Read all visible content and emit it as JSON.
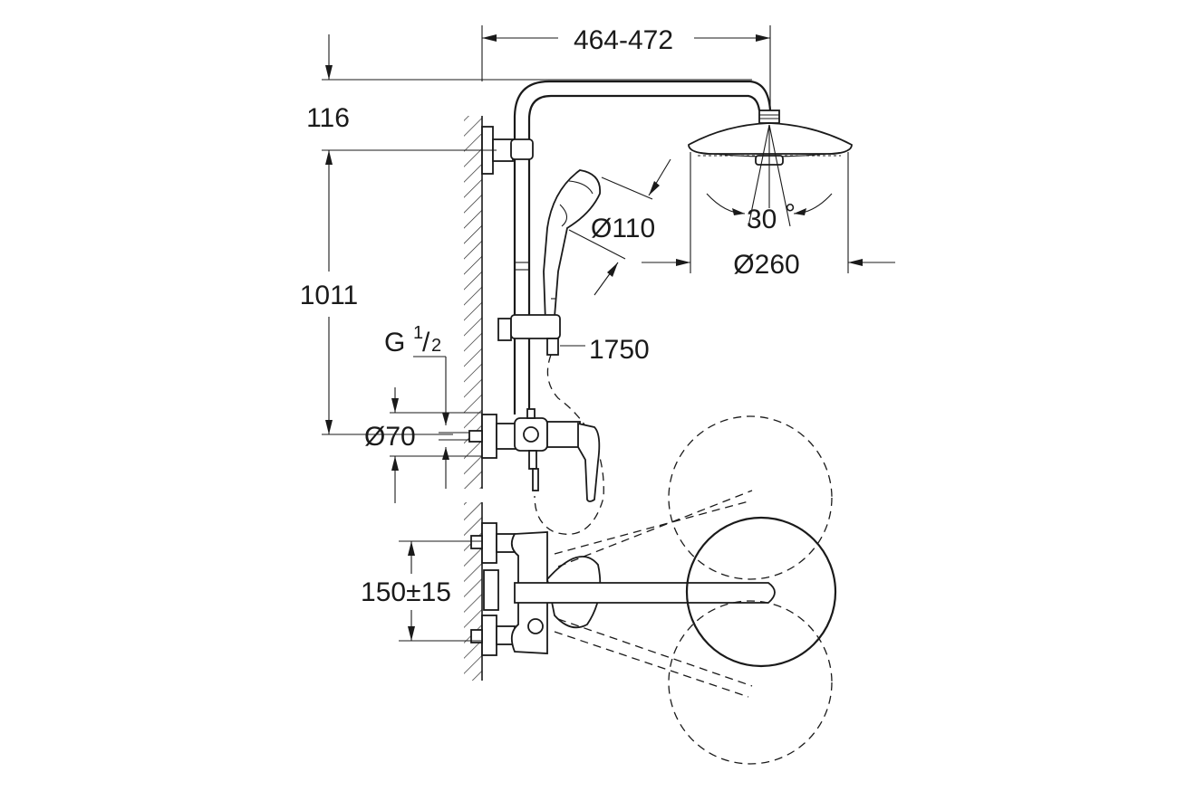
{
  "dimensions": {
    "arm_reach": "464-472",
    "top_offset": "116",
    "height": "1011",
    "thread_size": "G",
    "thread_num": "1",
    "thread_den": "2",
    "escutcheon": "Ø70",
    "hand_shower": "Ø110",
    "head_shower": "Ø260",
    "tilt_angle": "30",
    "degree_sign": "°",
    "hose_length": "1750",
    "center_distance": "150±15"
  }
}
